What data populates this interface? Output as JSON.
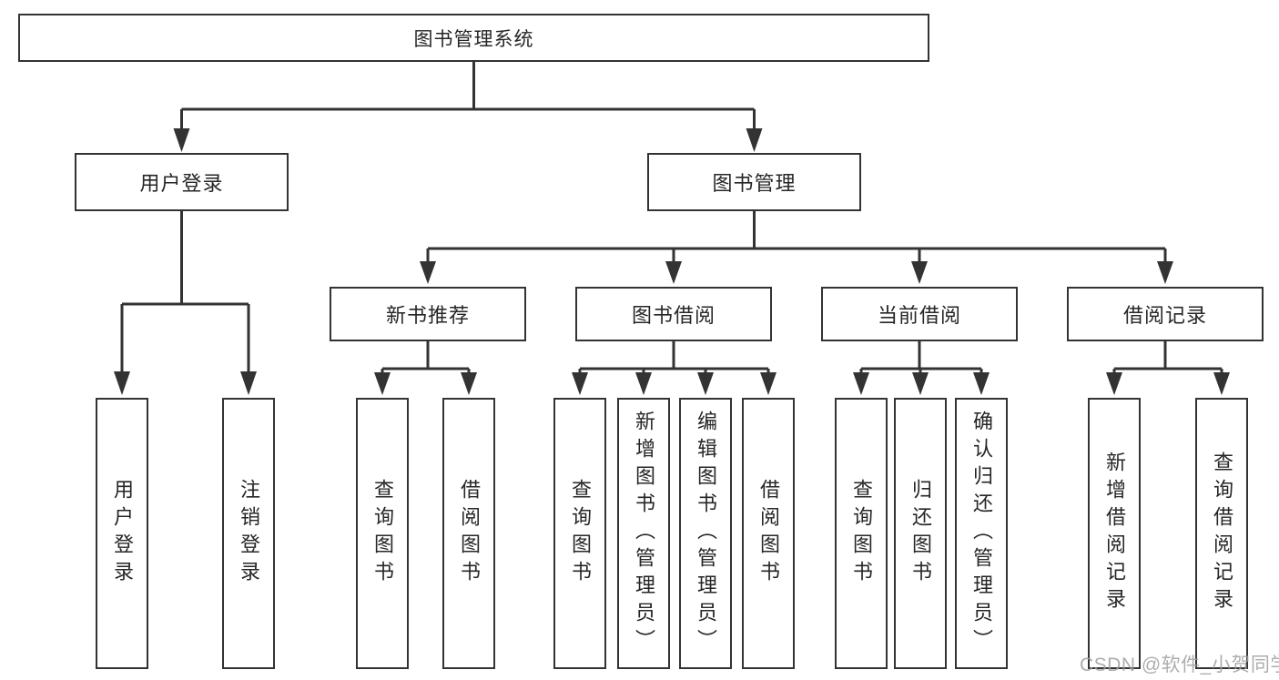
{
  "diagram": {
    "root": "图书管理系统",
    "branches": [
      {
        "label": "用户登录",
        "children": [
          "用户登录",
          "注销登录"
        ]
      },
      {
        "label": "图书管理",
        "groups": [
          {
            "label": "新书推荐",
            "children": [
              "查询图书",
              "借阅图书"
            ]
          },
          {
            "label": "图书借阅",
            "children": [
              "查询图书",
              "新增图书（管理员）",
              "编辑图书（管理员）",
              "借阅图书"
            ]
          },
          {
            "label": "当前借阅",
            "children": [
              "查询图书",
              "归还图书",
              "确认归还（管理员）"
            ]
          },
          {
            "label": "借阅记录",
            "children": [
              "新增借阅记录",
              "查询借阅记录"
            ]
          }
        ]
      }
    ]
  },
  "watermark": "CSDN @软件_小贺同学",
  "colors": {
    "line": "#333333",
    "text": "#262626",
    "watermark": "#9f9f9f",
    "background": "#ffffff"
  }
}
